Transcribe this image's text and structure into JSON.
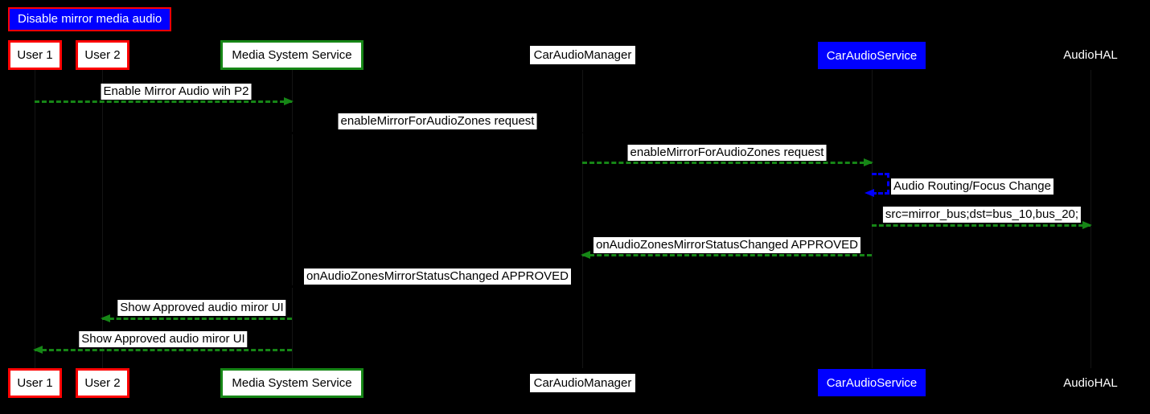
{
  "diagram": {
    "title": "Disable mirror media audio",
    "colors": {
      "background": "#000000",
      "red_accent": "#ff0000",
      "green_accent": "#168616",
      "blue_accent": "#0000ff",
      "label_background": "#ffffff",
      "label_text": "#000000"
    },
    "actors": [
      {
        "id": "user1",
        "label": "User 1",
        "style": "red-box"
      },
      {
        "id": "user2",
        "label": "User 2",
        "style": "red-box"
      },
      {
        "id": "media-system-service",
        "label": "Media System Service",
        "style": "green-box"
      },
      {
        "id": "car-audio-manager",
        "label": "CarAudioManager",
        "style": "white-strip"
      },
      {
        "id": "car-audio-service",
        "label": "CarAudioService",
        "style": "blue-box"
      },
      {
        "id": "audio-hal",
        "label": "AudioHAL",
        "style": "plain"
      }
    ],
    "messages": [
      {
        "label": "Enable Mirror Audio wih P2",
        "from": "user1",
        "to": "media-system-service",
        "arrow": "green-dashed-right"
      },
      {
        "label": "enableMirrorForAudioZones request",
        "from": "media-system-service",
        "to": "car-audio-manager",
        "arrow": "hidden"
      },
      {
        "label": "enableMirrorForAudioZones request",
        "from": "car-audio-manager",
        "to": "car-audio-service",
        "arrow": "green-dashed-right"
      },
      {
        "label": "Audio Routing/Focus Change",
        "from": "car-audio-service",
        "to": "car-audio-service",
        "arrow": "blue-dashed-self-loop"
      },
      {
        "label": "src=mirror_bus;dst=bus_10,bus_20;",
        "from": "car-audio-service",
        "to": "audio-hal",
        "arrow": "green-dashed-right"
      },
      {
        "label": "onAudioZonesMirrorStatusChanged APPROVED",
        "from": "car-audio-service",
        "to": "car-audio-manager",
        "arrow": "green-dashed-left"
      },
      {
        "label": "onAudioZonesMirrorStatusChanged APPROVED",
        "from": "car-audio-manager",
        "to": "media-system-service",
        "arrow": "hidden"
      },
      {
        "label": "Show Approved audio miror UI",
        "from": "media-system-service",
        "to": "user2",
        "arrow": "green-dashed-left"
      },
      {
        "label": "Show Approved audio miror UI",
        "from": "media-system-service",
        "to": "user1",
        "arrow": "green-dashed-left"
      }
    ]
  }
}
